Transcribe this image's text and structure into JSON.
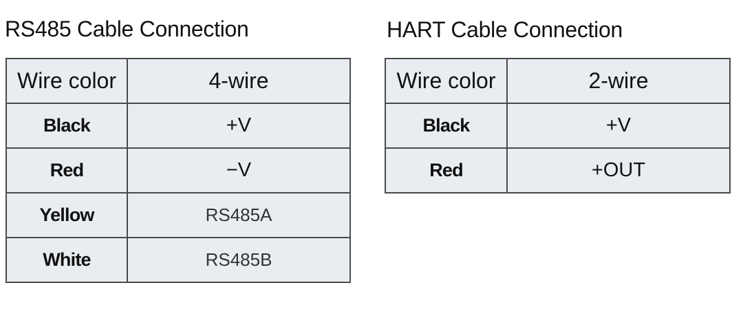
{
  "rs485": {
    "title": "RS485 Cable Connection",
    "header": {
      "col1": "Wire color",
      "col2": "4-wire"
    },
    "rows": [
      {
        "color": "Black",
        "value": "+V"
      },
      {
        "color": "Red",
        "value": "−V"
      },
      {
        "color": "Yellow",
        "value": "RS485A"
      },
      {
        "color": "White",
        "value": "RS485B"
      }
    ]
  },
  "hart": {
    "title": "HART Cable Connection",
    "header": {
      "col1": "Wire color",
      "col2": "2-wire"
    },
    "rows": [
      {
        "color": "Black",
        "value": "+V"
      },
      {
        "color": "Red",
        "value": "+OUT"
      }
    ]
  }
}
